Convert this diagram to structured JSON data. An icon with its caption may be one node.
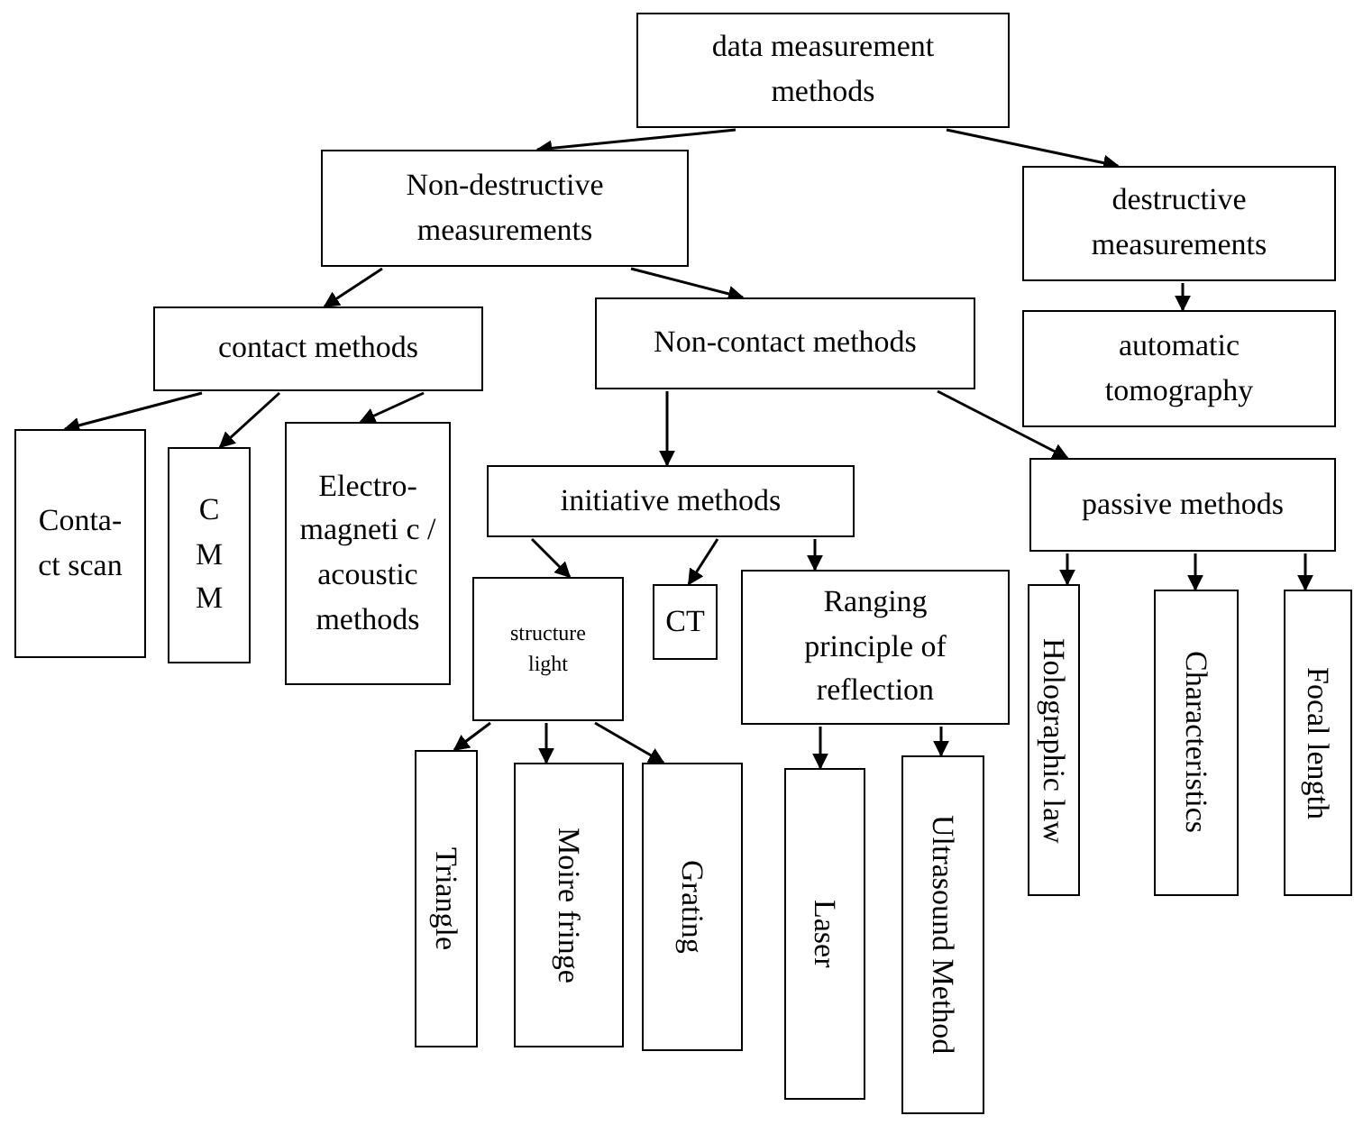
{
  "diagram": {
    "nodes": [
      {
        "text": [
          "data measurement methods"
        ]
      },
      {
        "text": [
          "Non-destructive measurements"
        ]
      },
      {
        "text": [
          "destructive measurements"
        ]
      },
      {
        "text": [
          "contact methods"
        ]
      },
      {
        "text": [
          "Non-contact methods"
        ]
      },
      {
        "text": [
          "automatic tomography"
        ]
      },
      {
        "text": [
          "Conta- ct scan"
        ]
      },
      {
        "text": [
          "C M M"
        ]
      },
      {
        "text": [
          "Electro- magneti c / acoustic methods"
        ]
      },
      {
        "text": [
          "initiative methods"
        ]
      },
      {
        "text": [
          "passive methods"
        ]
      },
      {
        "text": [
          "structure light"
        ]
      },
      {
        "text": [
          "CT"
        ]
      },
      {
        "text": [
          "Ranging principle of reflection"
        ]
      },
      {
        "text": [
          "Holographic law"
        ]
      },
      {
        "text": [
          "Characteristics"
        ]
      },
      {
        "text": [
          "Focal length"
        ]
      },
      {
        "text": [
          "Triangle"
        ]
      },
      {
        "text": [
          "Moire fringe"
        ]
      },
      {
        "text": [
          "Grating"
        ]
      },
      {
        "text": [
          "Laser"
        ]
      },
      {
        "text": [
          "Ultrasound Method"
        ]
      }
    ],
    "edges": [
      {
        "from": 0,
        "to": 1,
        "arrow": "to"
      },
      {
        "from": 0,
        "to": 2,
        "arrow": "to"
      },
      {
        "from": 1,
        "to": 3,
        "arrow": "to"
      },
      {
        "from": 1,
        "to": 4,
        "arrow": "to"
      },
      {
        "from": 2,
        "to": 5,
        "arrow": "to"
      },
      {
        "from": 3,
        "to": 6,
        "arrow": "to"
      },
      {
        "from": 3,
        "to": 7,
        "arrow": "to"
      },
      {
        "from": 3,
        "to": 8,
        "arrow": "to"
      },
      {
        "from": 4,
        "to": 9,
        "arrow": "to"
      },
      {
        "from": 4,
        "to": 10,
        "arrow": "to"
      },
      {
        "from": 9,
        "to": 11,
        "arrow": "to"
      },
      {
        "from": 9,
        "to": 12,
        "arrow": "to"
      },
      {
        "from": 9,
        "to": 13,
        "arrow": "to"
      },
      {
        "from": 10,
        "to": 14,
        "arrow": "to"
      },
      {
        "from": 10,
        "to": 15,
        "arrow": "to"
      },
      {
        "from": 10,
        "to": 16,
        "arrow": "to"
      },
      {
        "from": 11,
        "to": 17,
        "arrow": "to"
      },
      {
        "from": 11,
        "to": 18,
        "arrow": "to"
      },
      {
        "from": 11,
        "to": 19,
        "arrow": "to"
      },
      {
        "from": 13,
        "to": 20,
        "arrow": "to"
      },
      {
        "from": 13,
        "to": 21,
        "arrow": "to"
      }
    ]
  }
}
